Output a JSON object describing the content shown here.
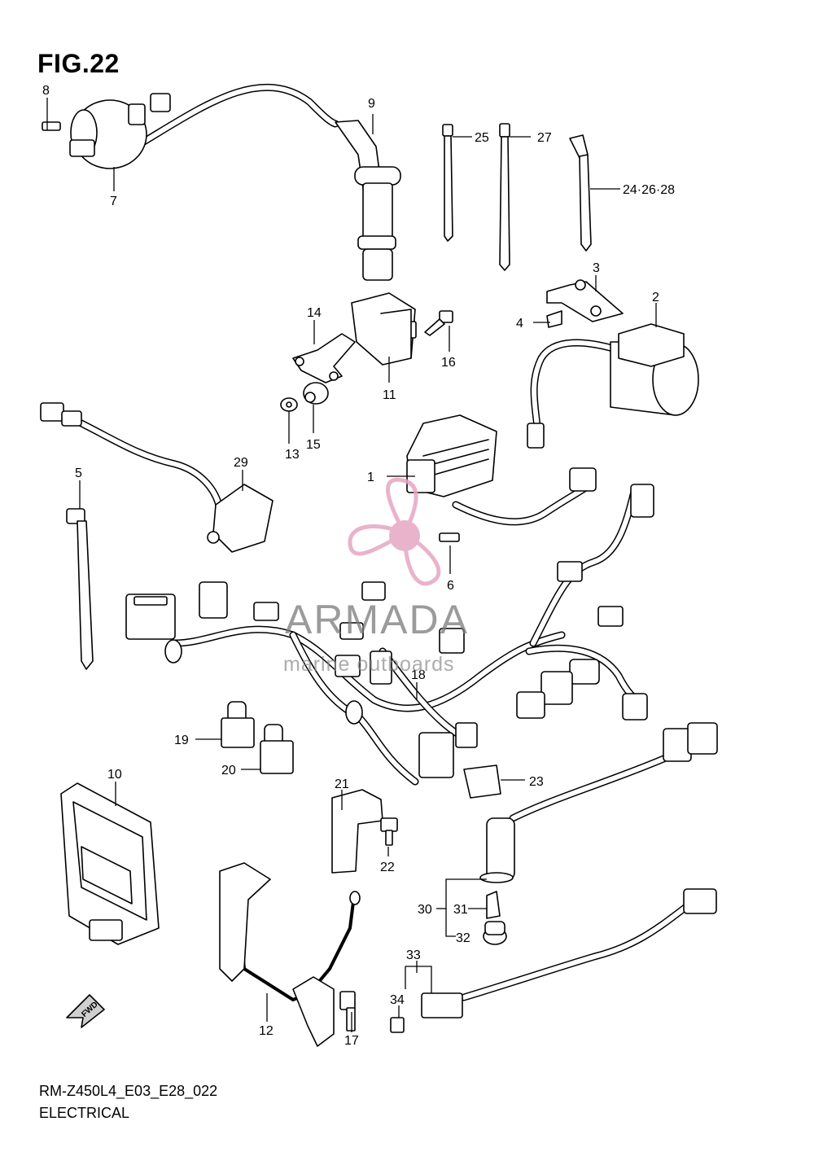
{
  "figure": {
    "title": "FIG.22",
    "code": "RM-Z450L4_E03_E28_022",
    "section": "ELECTRICAL"
  },
  "watermark": {
    "brand": "ARMADA",
    "tagline": "marine outboards",
    "color": "#e6a6c4"
  },
  "direction_marker": "FWD",
  "callouts": {
    "c1": "1",
    "c2": "2",
    "c3": "3",
    "c4": "4",
    "c5": "5",
    "c6": "6",
    "c7": "7",
    "c8": "8",
    "c9": "9",
    "c10": "10",
    "c11": "11",
    "c12": "12",
    "c13": "13",
    "c14": "14",
    "c15": "15",
    "c16": "16",
    "c17": "17",
    "c18": "18",
    "c19": "19",
    "c20": "20",
    "c21": "21",
    "c22": "22",
    "c23": "23",
    "c24": "24·26·28",
    "c25": "25",
    "c27": "27",
    "c29": "29",
    "c30": "30",
    "c31": "31",
    "c32": "32",
    "c33": "33",
    "c34": "34"
  }
}
